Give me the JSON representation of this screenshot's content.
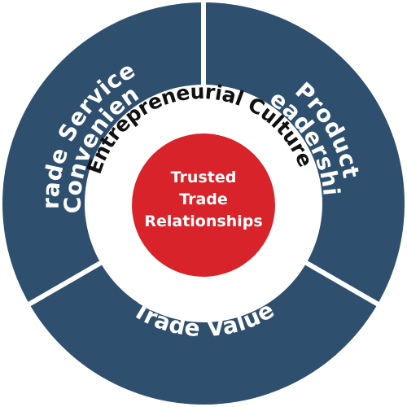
{
  "diagram": {
    "outer_segments": [
      {
        "lines": [
          "Trade Service",
          "& Convenience"
        ]
      },
      {
        "lines": [
          "Product",
          "Leadership"
        ]
      },
      {
        "lines": [
          "Trade Value"
        ]
      }
    ],
    "inner_ring_label": "Entrepreneurial Culture",
    "core": {
      "lines": [
        "Trusted",
        "Trade",
        "Relationships"
      ]
    }
  },
  "colors": {
    "segment": "#2f4f6f",
    "divider": "#ffffff",
    "inner_ring": "#ffffff",
    "core": "#d8232a",
    "inner_text": "#111111",
    "segment_text": "#ffffff"
  }
}
